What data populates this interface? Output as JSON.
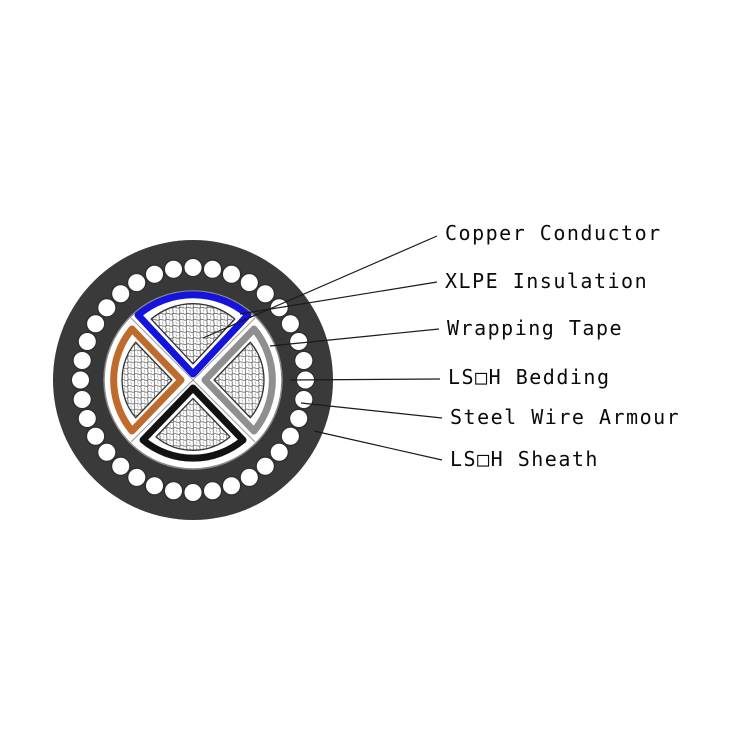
{
  "diagram": {
    "labels": [
      {
        "text": "Copper Conductor"
      },
      {
        "text": "XLPE Insulation"
      },
      {
        "text": "Wrapping Tape"
      },
      {
        "text": "LS□H Bedding"
      },
      {
        "text": "Steel Wire Armour"
      },
      {
        "text": "LS□H Sheath"
      }
    ],
    "colors": {
      "background": "#ffffff",
      "sheath": "#3a3a3a",
      "bedding": "#383838",
      "armour_wire": "#ffffff",
      "inner_area": "#ffffff",
      "xlpe_top": "#1414dd",
      "core_left": "#bf6b2d",
      "core_right": "#8f8f8f",
      "core_bottom": "#121212",
      "leader_line": "#1a1a1a"
    }
  }
}
